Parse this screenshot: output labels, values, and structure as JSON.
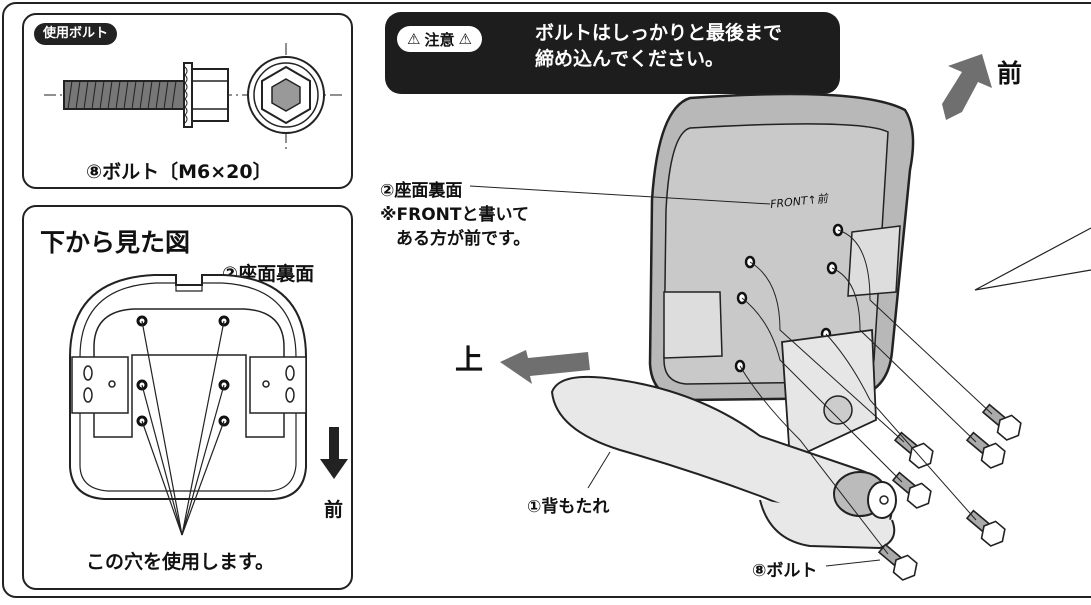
{
  "bolt_panel": {
    "badge": "使用ボルト",
    "caption": "⑧ボルト〔M6×20〕"
  },
  "bottom_view_panel": {
    "title": "下から見た図",
    "seat_label": "②座面裏面",
    "direction": "前",
    "holes_caption": "この穴を使用します。"
  },
  "warning": {
    "badge": "注意",
    "line1": "ボルトはしっかりと最後まで",
    "line2": "締め込んでください。"
  },
  "main": {
    "front_arrow": "前",
    "up_arrow": "上",
    "seat_callout_1": "②座面裏面",
    "seat_callout_2": "※FRONTと書いて",
    "seat_callout_3": "ある方が前です。",
    "front_stamp": "FRONT↑前",
    "backrest_label": "①背もたれ",
    "bolt_label": "⑧ボルト"
  },
  "colors": {
    "dark": "#1d1d1d",
    "arrow_gray": "#6f6f6f",
    "seat_gray": "#b8b8b8",
    "line": "#222222"
  }
}
